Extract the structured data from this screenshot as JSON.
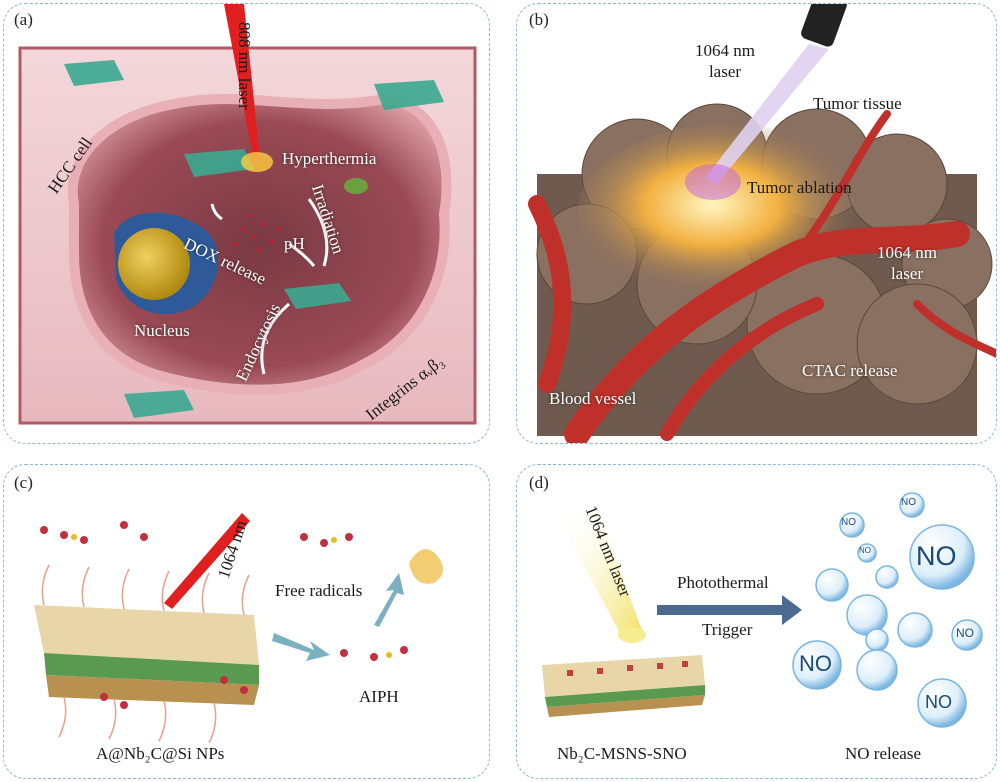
{
  "panels": {
    "a": {
      "label": "(a)",
      "laser": "808 nm laser",
      "hcc": "HCC cell",
      "hyperthermia": "Hyperthermia",
      "irradiation": "Irradiation",
      "dox": "DOX release",
      "ph": "pH",
      "endocytosis": "Endocytosis",
      "nucleus": "Nucleus",
      "integrins": "Integrins αᵥβ₃"
    },
    "b": {
      "label": "(b)",
      "laser_top": "1064 nm laser",
      "tumor_tissue": "Tumor tissue",
      "tumor_ablation": "Tumor ablation",
      "laser_right": "1064 nm laser",
      "ctac": "CTAC release",
      "blood_vessel": "Blood vessel"
    },
    "c": {
      "label": "(c)",
      "laser": "1064 nm",
      "free_radicals": "Free radicals",
      "aiph": "AIPH",
      "caption": "A@Nb₂C@Si NPs"
    },
    "d": {
      "label": "(d)",
      "laser": "1064 nm laser",
      "photothermal": "Photothermal",
      "trigger": "Trigger",
      "caption_left": "Nb₂C-MSNS-SNO",
      "caption_right": "NO release",
      "bubble_text": "NO"
    }
  },
  "colors": {
    "panel_border": "#8fb4d8",
    "cell": "#a8505a",
    "tumor": "#8a7060",
    "vessel": "#c0302a",
    "laser_red": "#e02020",
    "laser_yellow": "#f2e060",
    "arrow": "#5a7aa0",
    "bubble": "#7ab6e0"
  }
}
